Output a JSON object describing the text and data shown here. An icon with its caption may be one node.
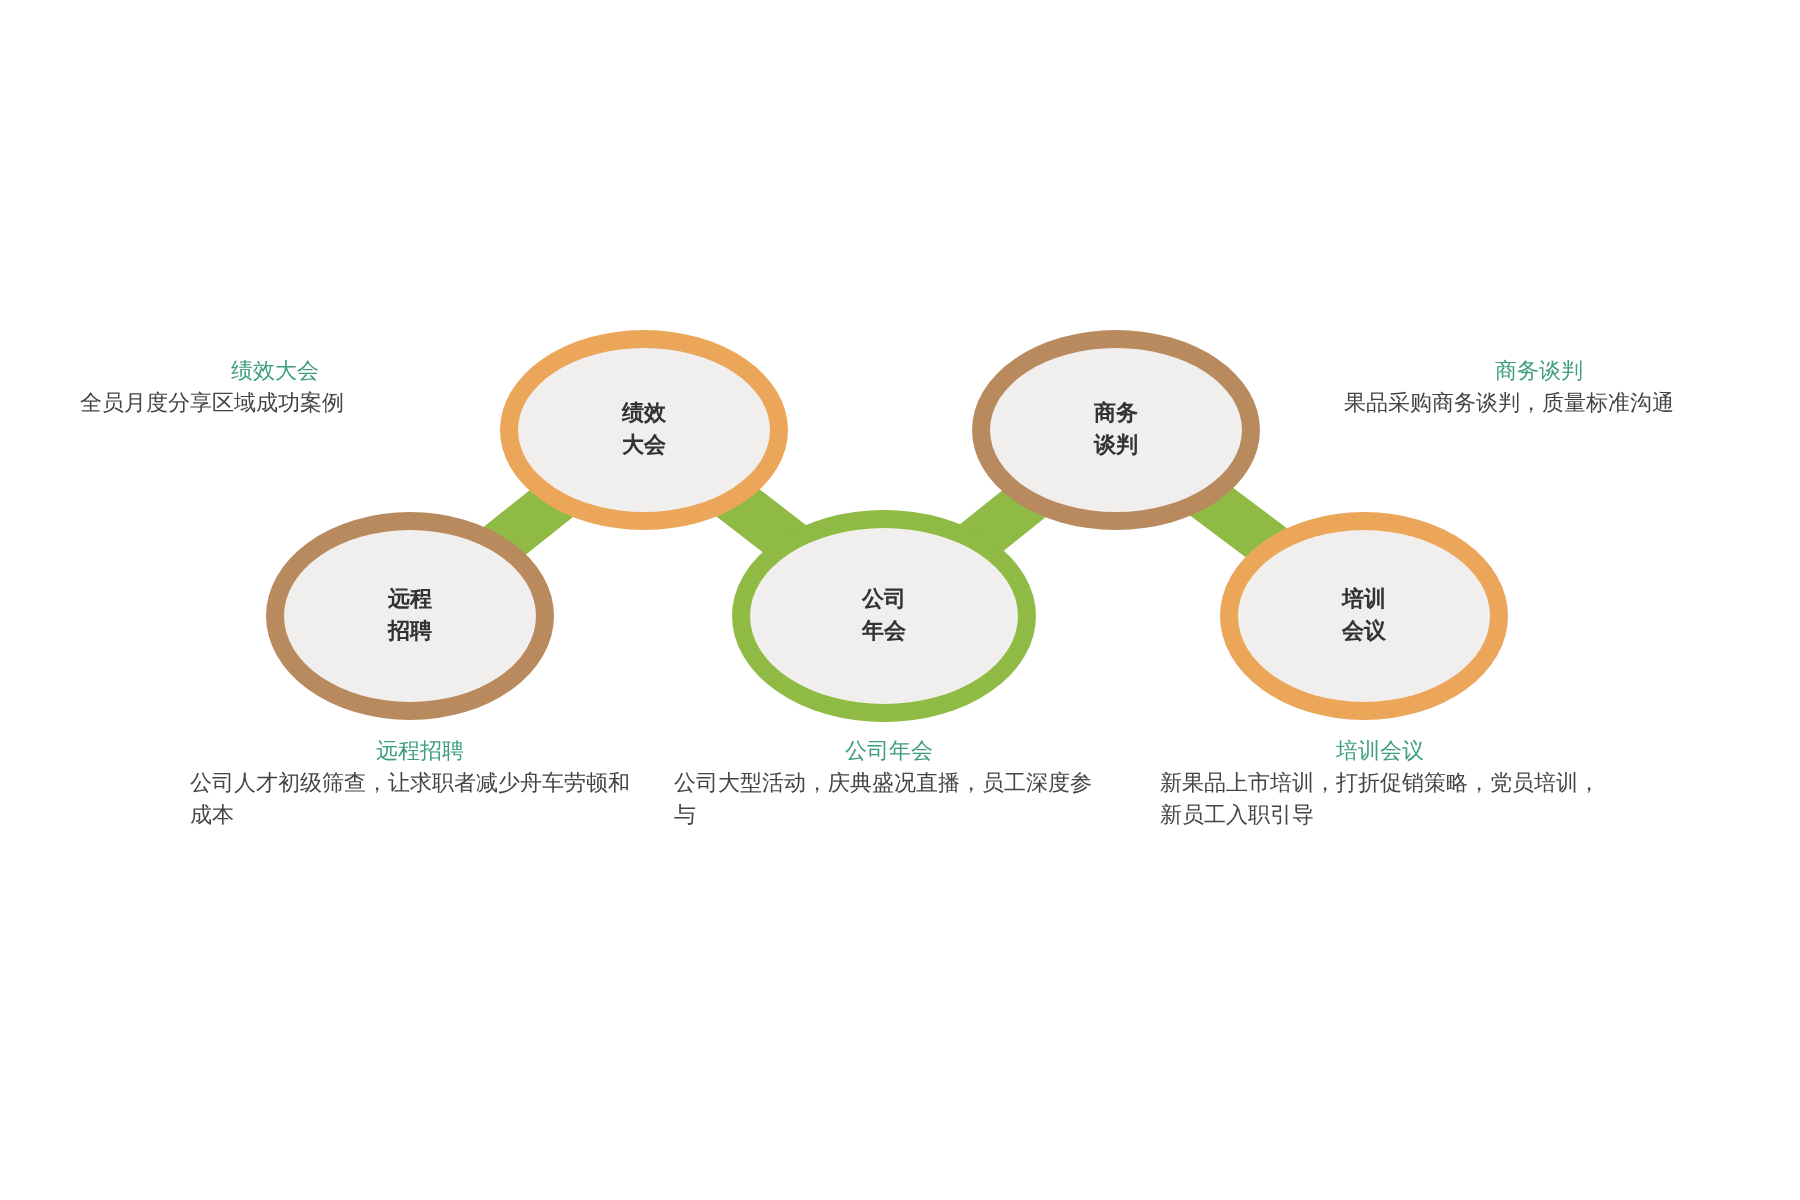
{
  "diagram": {
    "nodes": [
      {
        "text": [
          "远程招聘"
        ],
        "beside": [
          "远程招聘",
          "公司人才初级筛查，让求职者减少舟车劳顿和成本"
        ]
      },
      {
        "text": [
          "绩效大会"
        ],
        "beside": [
          "绩效大会",
          "全员月度分享区域成功案例"
        ]
      },
      {
        "text": [
          "公司年会"
        ],
        "beside": [
          "公司年会",
          "公司大型活动，庆典盛况直播，员工深度参与"
        ]
      },
      {
        "text": [
          "商务谈判"
        ],
        "beside": [
          "商务谈判",
          "果品采购商务谈判，质量标准沟通"
        ]
      },
      {
        "text": [
          "培训会议"
        ],
        "beside": [
          "培训会议",
          "新果品上市培训，打折促销策略，党员培训，新员工入职引导"
        ]
      }
    ],
    "edges": [
      {
        "from": 0,
        "to": 1,
        "arrow": "none"
      },
      {
        "from": 1,
        "to": 2,
        "arrow": "none"
      },
      {
        "from": 2,
        "to": 3,
        "arrow": "none"
      },
      {
        "from": 3,
        "to": 4,
        "arrow": "none"
      }
    ]
  }
}
